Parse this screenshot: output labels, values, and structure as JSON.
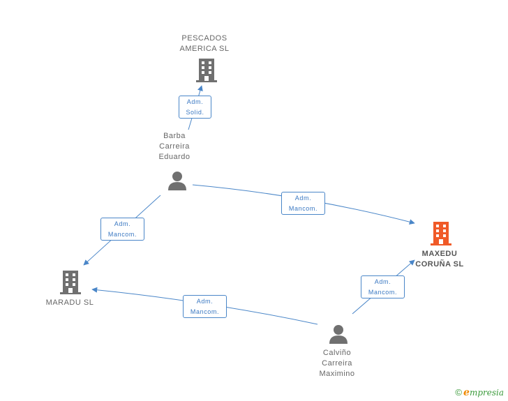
{
  "colors": {
    "edge": "#4a86c8",
    "building": "#707070",
    "building_main": "#f05a28",
    "person": "#707070"
  },
  "nodes": {
    "pescados": {
      "line1": "PESCADOS",
      "line2": "AMERICA  SL",
      "icon": "building-icon"
    },
    "barba": {
      "line1": "Barba",
      "line2": "Carreira",
      "line3": "Eduardo",
      "icon": "person-icon"
    },
    "maxedu": {
      "line1": "MAXEDU",
      "line2": "CORUÑA  SL",
      "icon": "building-icon"
    },
    "maradu": {
      "line1": "MARADU SL",
      "icon": "building-icon"
    },
    "calvino": {
      "line1": "Calviño",
      "line2": "Carreira",
      "line3": "Maximino",
      "icon": "person-icon"
    }
  },
  "edges": {
    "barba_pescados": {
      "line1": "Adm.",
      "line2": "Solid."
    },
    "barba_maxedu": {
      "line1": "Adm.",
      "line2": "Mancom."
    },
    "barba_maradu": {
      "line1": "Adm.",
      "line2": "Mancom."
    },
    "calvino_maradu": {
      "line1": "Adm.",
      "line2": "Mancom."
    },
    "calvino_maxedu": {
      "line1": "Adm.",
      "line2": "Mancom."
    }
  },
  "brand": {
    "copyright": "©",
    "e": "e",
    "rest": "mpresia"
  }
}
